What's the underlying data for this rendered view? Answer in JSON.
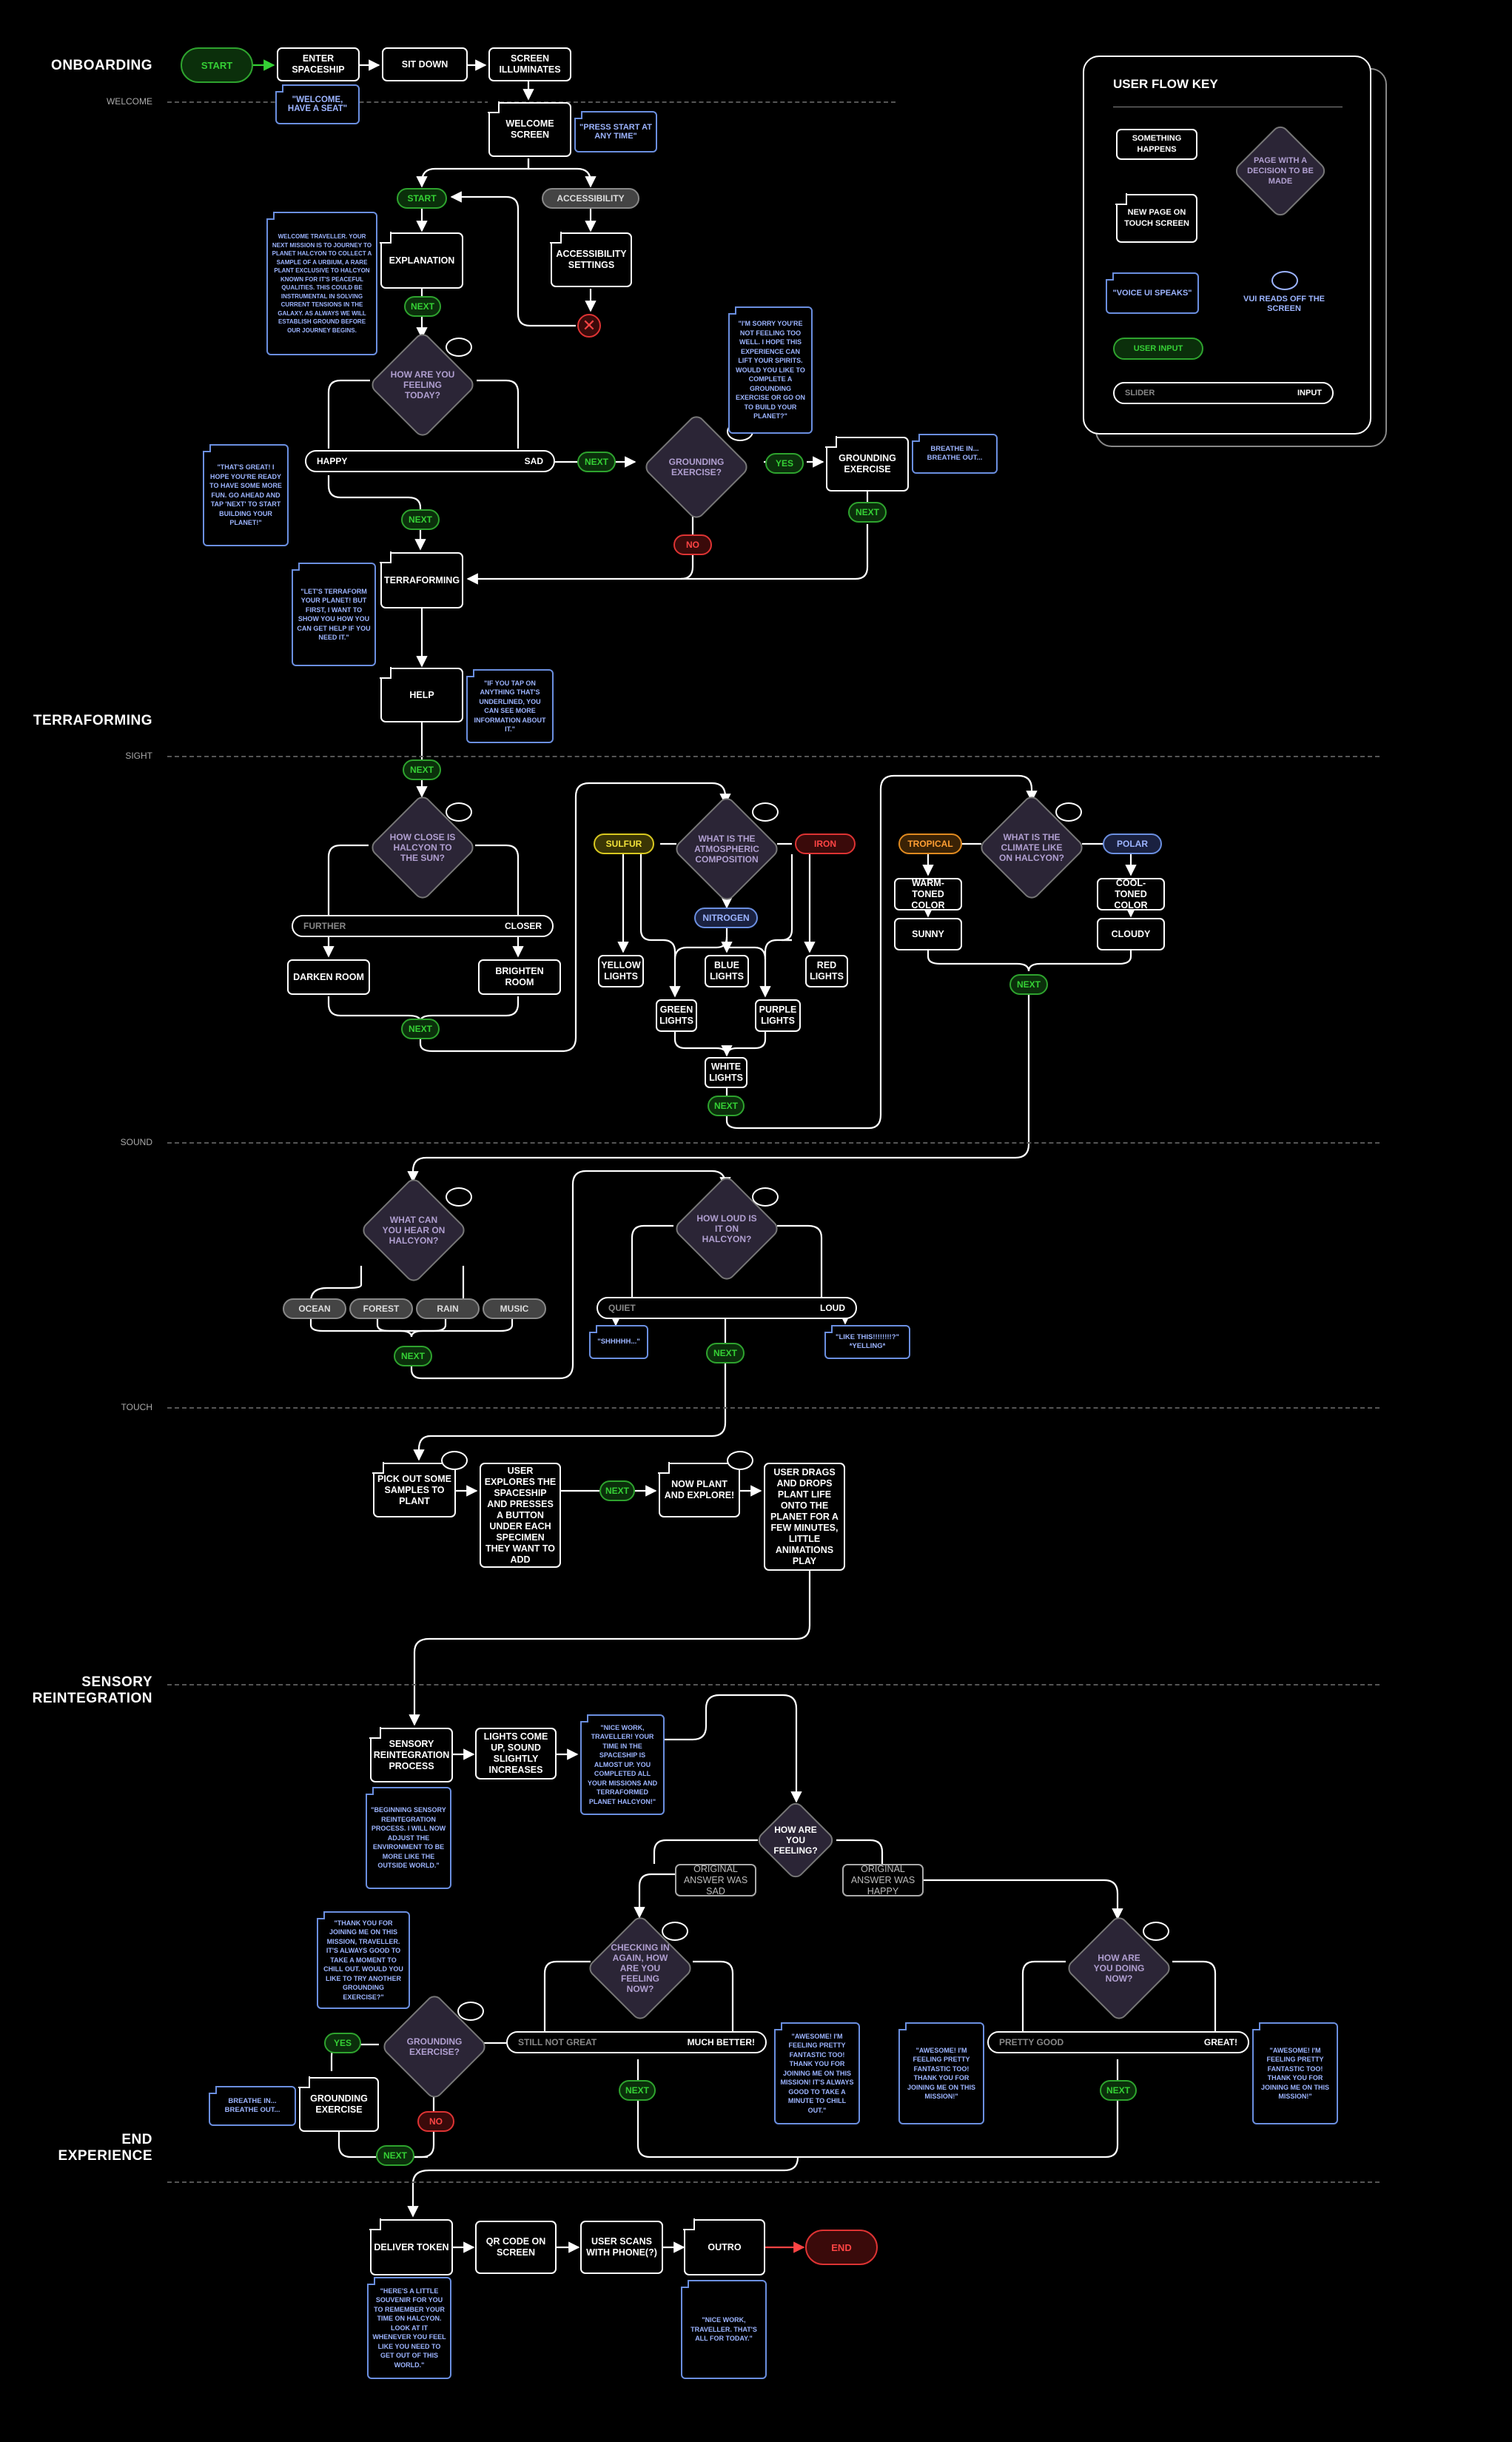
{
  "sections": {
    "onboarding": "ONBOARDING",
    "welcome": "WELCOME",
    "terraforming": "TERRAFORMING",
    "sight": "SIGHT",
    "sound": "SOUND",
    "touch": "TOUCH",
    "sensory": "SENSORY\nREINTEGRATION",
    "end": "END\nEXPERIENCE"
  },
  "key": {
    "title": "USER FLOW KEY",
    "something": "SOMETHING HAPPENS",
    "decision": "PAGE WITH A DECISION TO BE MADE",
    "newpage": "NEW PAGE ON TOUCH SCREEN",
    "voice": "\"VOICE UI SPEAKS\"",
    "vui_off": "VUI READS OFF THE SCREEN",
    "user_input": "USER INPUT",
    "slider": "SLIDER",
    "input": "INPUT"
  },
  "onboarding": {
    "start": "START",
    "enter": "ENTER SPACESHIP",
    "sit": "SIT DOWN",
    "screen": "SCREEN ILLUMINATES",
    "welcome_seat": "\"WELCOME, HAVE A SEAT\"",
    "welcome_screen": "WELCOME SCREEN",
    "press_start": "\"PRESS START AT ANY TIME\"",
    "start2": "START",
    "accessibility": "ACCESSIBILITY",
    "acc_settings": "ACCESSIBILITY SETTINGS",
    "explanation": "EXPLANATION",
    "explain_voice": "WELCOME TRAVELLER. YOUR NEXT MISSION IS TO JOURNEY TO PLANET HALCYON TO COLLECT A SAMPLE OF A URBIUM, A RARE PLANT EXCLUSIVE TO HALCYON KNOWN FOR IT'S PEACEFUL QUALITIES. THIS COULD BE INSTRUMENTAL IN SOLVING CURRENT TENSIONS IN THE GALAXY. AS ALWAYS WE WILL ESTABLISH GROUND BEFORE OUR JOURNEY BEGINS.",
    "next": "NEXT",
    "feeling": "HOW ARE YOU FEELING TODAY?",
    "happy": "HAPPY",
    "sad": "SAD",
    "great_voice": "\"THAT'S GREAT! I HOPE YOU'RE READY TO HAVE SOME MORE FUN. GO AHEAD AND TAP 'NEXT' TO START BUILDING YOUR PLANET!\"",
    "sorry_voice": "\"I'M SORRY YOU'RE NOT FEELING TOO WELL. I HOPE THIS EXPERIENCE CAN LIFT YOUR SPIRITS. WOULD YOU LIKE TO COMPLETE A GROUNDING EXERCISE OR GO ON TO BUILD YOUR PLANET?\"",
    "grounding_q": "GROUNDING EXERCISE?",
    "yes": "YES",
    "no": "NO",
    "grounding": "GROUNDING EXERCISE",
    "breathe": "BREATHE IN... BREATHE OUT...",
    "terraforming": "TERRAFORMING",
    "terra_voice": "\"LET'S TERRAFORM YOUR PLANET! BUT FIRST, I WANT TO SHOW YOU HOW YOU CAN GET HELP IF YOU NEED IT.\"",
    "help": "HELP",
    "help_voice": "\"IF YOU TAP ON ANYTHING THAT'S UNDERLINED, YOU CAN SEE MORE INFORMATION ABOUT IT.\""
  },
  "sight": {
    "sun_q": "HOW CLOSE IS HALCYON TO THE SUN?",
    "further": "FURTHER",
    "closer": "CLOSER",
    "darken": "DARKEN ROOM",
    "brighten": "BRIGHTEN ROOM",
    "atmos_q": "WHAT IS THE ATMOSPHERIC COMPOSITION",
    "sulfur": "SULFUR",
    "iron": "IRON",
    "nitrogen": "NITROGEN",
    "yellow": "YELLOW LIGHTS",
    "blue": "BLUE LIGHTS",
    "red": "RED LIGHTS",
    "green": "GREEN LIGHTS",
    "purple": "PURPLE LIGHTS",
    "white": "WHITE LIGHTS",
    "climate_q": "WHAT IS THE CLIMATE LIKE ON HALCYON?",
    "tropical": "TROPICAL",
    "polar": "POLAR",
    "warm": "WARM-TONED COLOR",
    "cool": "COOL-TONED COLOR",
    "sunny": "SUNNY",
    "cloudy": "CLOUDY"
  },
  "sound": {
    "hear_q": "WHAT CAN YOU HEAR ON HALCYON?",
    "ocean": "OCEAN",
    "forest": "FOREST",
    "rain": "RAIN",
    "music": "MUSIC",
    "loud_q": "HOW LOUD IS IT ON HALCYON?",
    "quiet": "QUIET",
    "loud": "LOUD",
    "shh": "\"SHHHHH...\"",
    "yelling": "\"LIKE THIS!!!!!!!!?\" *YELLING*"
  },
  "touch": {
    "pick": "PICK OUT SOME SAMPLES TO PLANT",
    "explores": "USER EXPLORES THE SPACESHIP AND PRESSES A BUTTON UNDER EACH SPECIMEN THEY WANT TO ADD",
    "plant": "NOW PLANT AND EXPLORE!",
    "drags": "USER DRAGS AND DROPS PLANT LIFE ONTO THE PLANET FOR A FEW MINUTES, LITTLE ANIMATIONS PLAY"
  },
  "sensory": {
    "process": "SENSORY REINTEGRATION PROCESS",
    "begin_voice": "\"BEGINNING SENSORY REINTEGRATION PROCESS. I WILL NOW ADJUST THE ENVIRONMENT TO BE MORE LIKE THE OUTSIDE WORLD.\"",
    "lights": "LIGHTS COME UP, SOUND SLIGHTLY INCREASES",
    "nice_voice": "\"NICE WORK, TRAVELLER! YOUR TIME IN THE SPACESHIP IS ALMOST UP. YOU COMPLETED ALL YOUR MISSIONS AND TERRAFORMED PLANET HALCYON!\"",
    "how_q": "HOW ARE YOU FEELING?",
    "orig_sad": "ORIGINAL ANSWER WAS SAD",
    "orig_happy": "ORIGINAL ANSWER WAS HAPPY",
    "checking_q": "CHECKING IN AGAIN, HOW ARE YOU FEELING NOW?",
    "doing_q": "HOW ARE YOU DOING NOW?",
    "still": "STILL NOT GREAT",
    "much": "MUCH BETTER!",
    "pretty": "PRETTY GOOD",
    "great": "GREAT!",
    "thanks_voice": "\"THANK YOU FOR JOINING ME ON THIS MISSION, TRAVELLER. IT'S ALWAYS GOOD TO TAKE A MOMENT TO CHILL OUT. WOULD YOU LIKE TO TRY ANOTHER GROUNDING EXERCISE?\"",
    "awesome_chill": "\"AWESOME! I'M FEELING PRETTY FANTASTIC TOO! THANK YOU FOR JOINING ME ON THIS MISSION! IT'S ALWAYS GOOD TO TAKE A MINUTE TO CHILL OUT.\"",
    "awesome1": "\"AWESOME! I'M FEELING PRETTY FANTASTIC TOO! THANK YOU FOR JOINING ME ON THIS MISSION!\"",
    "awesome2": "\"AWESOME! I'M FEELING PRETTY FANTASTIC TOO! THANK YOU FOR JOINING ME ON THIS MISSION!\"",
    "grounding_q": "GROUNDING EXERCISE?",
    "grounding": "GROUNDING EXERCISE",
    "breathe": "BREATHE IN... BREATHE OUT..."
  },
  "end": {
    "deliver": "DELIVER TOKEN",
    "qr": "QR CODE ON SCREEN",
    "scan": "USER SCANS WITH PHONE(?)",
    "outro": "OUTRO",
    "end": "END",
    "souvenir": "\"HERE'S A LITTLE SOUVENIR FOR YOU TO REMEMBER YOUR TIME ON HALCYON. LOOK AT IT WHENEVER YOU FEEL LIKE YOU NEED TO GET OUT OF THIS WORLD.\"",
    "nice_voice": "\"NICE WORK, TRAVELLER. THAT'S ALL FOR TODAY.\""
  },
  "colors": {
    "green": "#35d035",
    "blue": "#9cb4ff",
    "red": "#ff4444",
    "purple_text": "#b09fd0",
    "decision_fill": "#2b2536"
  }
}
